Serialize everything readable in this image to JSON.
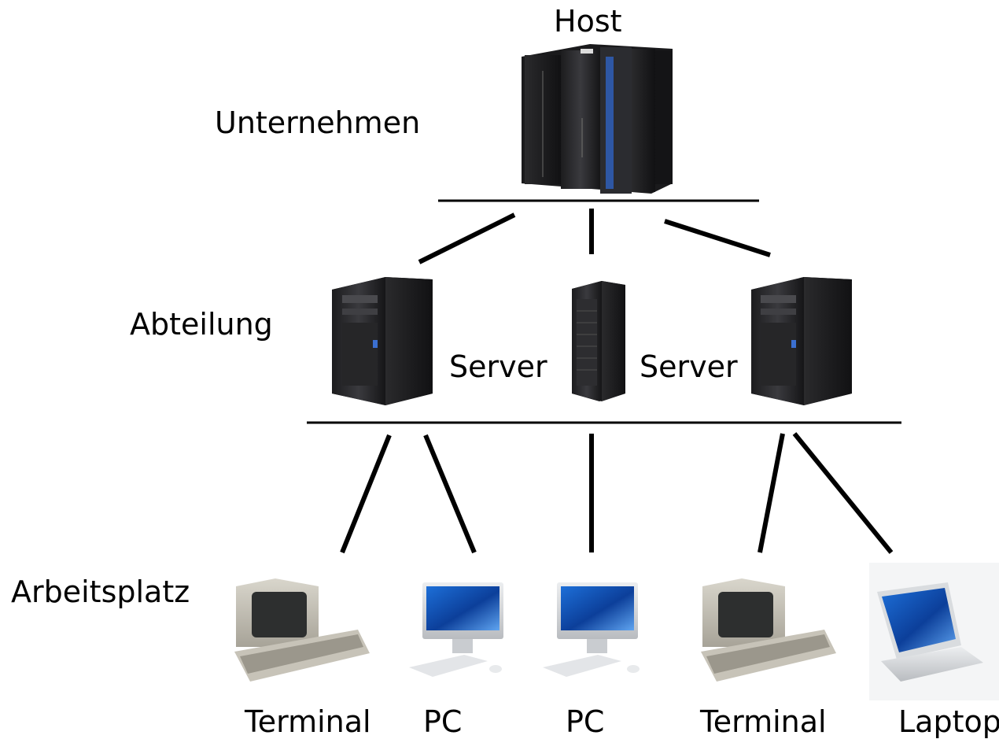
{
  "levels": {
    "enterprise": "Unternehmen",
    "department": "Abteilung",
    "workplace": "Arbeitsplatz"
  },
  "nodes": {
    "host": "Host",
    "server_left": "Server",
    "server_right": "Server",
    "terminal_1": "Terminal",
    "pc_1": "PC",
    "pc_2": "PC",
    "terminal_2": "Terminal",
    "laptop": "Laptop"
  },
  "icons": [
    "mainframe-icon",
    "tower-server-icon",
    "rack-server-icon",
    "terminal-icon",
    "desktop-pc-icon",
    "laptop-icon"
  ]
}
